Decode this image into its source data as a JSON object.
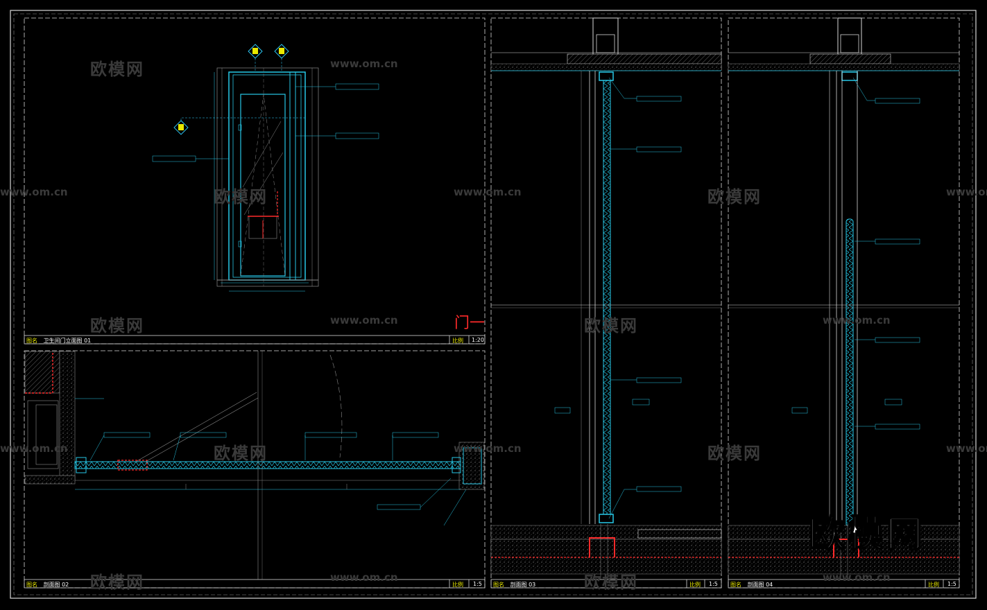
{
  "watermarks": {
    "brand_cn": "欧模网",
    "url": "www.om.cn"
  },
  "door_tag": "门一",
  "panel1": {
    "name_label": "图名",
    "title": "卫生间门立面图 01",
    "scale_label": "比例",
    "scale": "1:20"
  },
  "panel2": {
    "name_label": "图名",
    "title": "剖面图 02",
    "scale_label": "比例",
    "scale": "1:5"
  },
  "panel3": {
    "name_label": "图名",
    "title": "剖面图 03",
    "scale_label": "比例",
    "scale": "1:5"
  },
  "panel4": {
    "name_label": "图名",
    "title": "剖面图 04",
    "scale_label": "比例",
    "scale": "1:5"
  },
  "colors": {
    "frame": "#ffffff",
    "cyan": "#27c9e8",
    "red": "#ff2a2a",
    "yellow": "#e8e800",
    "gray": "#8c8c8c",
    "blue": "#2a7fff"
  },
  "icons": [
    "section-marker-icon",
    "brand-logo-icon"
  ]
}
